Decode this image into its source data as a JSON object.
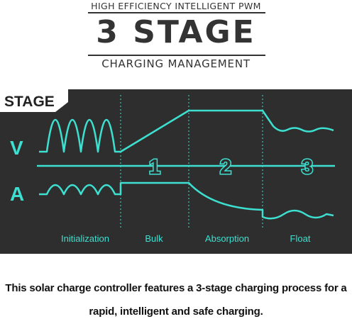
{
  "header": {
    "top_line": "HIGH EFFICIENCY INTELLIGENT PWM",
    "title": "3 STAGE",
    "subtitle": "CHARGING MANAGEMENT"
  },
  "diagram": {
    "tag": "STAGE",
    "row_v_label": "V",
    "row_a_label": "A",
    "stage_numbers": [
      "1",
      "2",
      "3"
    ],
    "stage_names": [
      "Initialization",
      "Bulk",
      "Absorption",
      "Float"
    ]
  },
  "caption": {
    "line1": "This solar charge controller features a 3-stage charging process for a",
    "line2": "rapid, intelligent and safe charging."
  },
  "colors": {
    "panel_background": "#2e2e2e",
    "accent": "#3de0d0",
    "text_dark": "#333333"
  }
}
